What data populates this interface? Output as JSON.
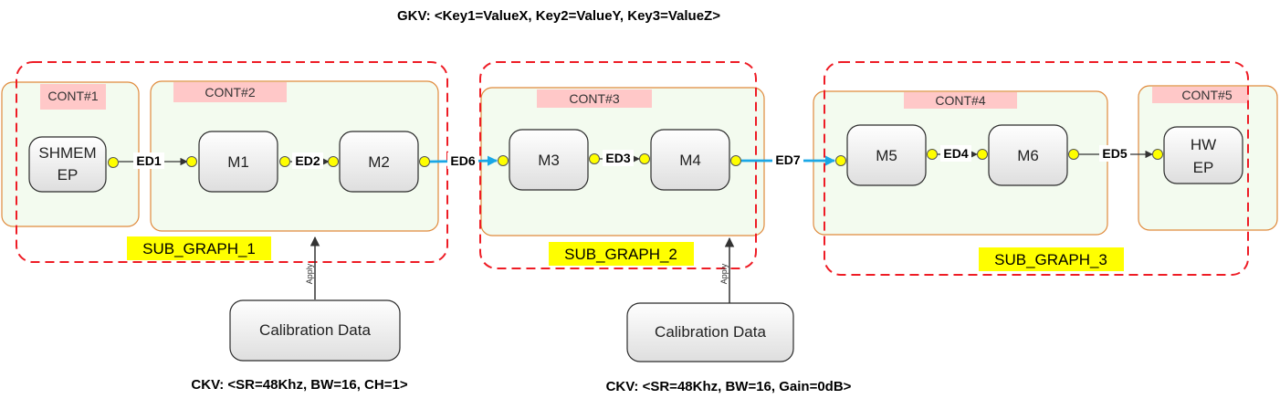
{
  "gkv": "GKV: <Key1=ValueX, Key2=ValueY, Key3=ValueZ>",
  "containers": [
    {
      "label": "CONT#1"
    },
    {
      "label": "CONT#2"
    },
    {
      "label": "CONT#3"
    },
    {
      "label": "CONT#4"
    },
    {
      "label": "CONT#5"
    }
  ],
  "modules": {
    "shmem": {
      "line1": "SHMEM",
      "line2": "EP"
    },
    "m1": "M1",
    "m2": "M2",
    "m3": "M3",
    "m4": "M4",
    "m5": "M5",
    "m6": "M6",
    "hw": {
      "line1": "HW",
      "line2": "EP"
    }
  },
  "edges": {
    "ed1": "ED1",
    "ed2": "ED2",
    "ed3": "ED3",
    "ed4": "ED4",
    "ed5": "ED5",
    "ed6": "ED6",
    "ed7": "ED7"
  },
  "sub_graphs": [
    "SUB_GRAPH_1",
    "SUB_GRAPH_2",
    "SUB_GRAPH_3"
  ],
  "calibration": [
    {
      "label": "Calibration Data",
      "apply": "Apply",
      "ckv": "CKV: <SR=48Khz, BW=16, CH=1>"
    },
    {
      "label": "Calibration Data",
      "apply": "Apply",
      "ckv": "CKV: <SR=48Khz, BW=16, Gain=0dB>"
    }
  ],
  "colors": {
    "sub_graph_border": "#ee1c25",
    "container_border": "#e08a3c",
    "container_fill": "#f3fbef",
    "cont_tag": "#ffc8c8",
    "port": "#ffff00",
    "sub_graph_label_bg": "#ffff00",
    "cross_graph_edge": "#1aa7e6"
  }
}
